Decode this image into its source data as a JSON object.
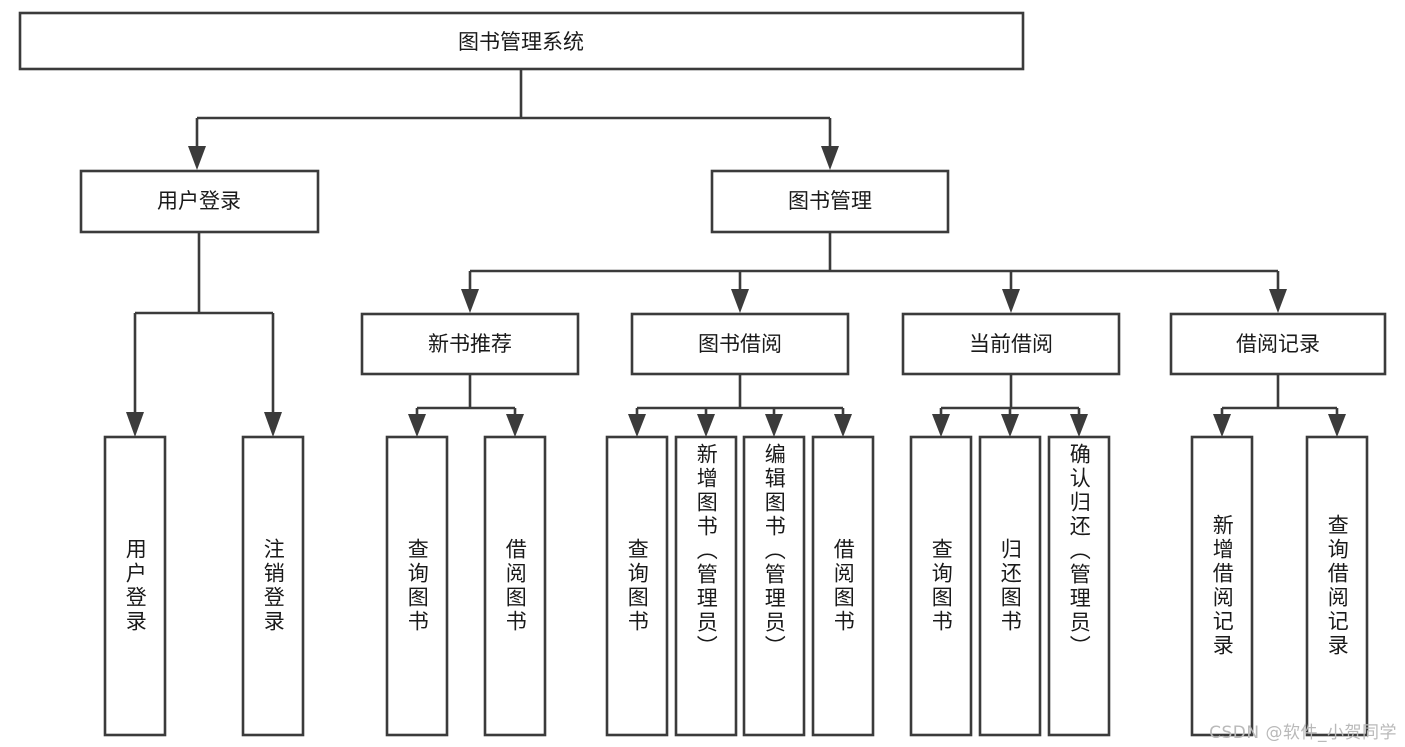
{
  "diagram": {
    "type": "tree-hierarchy-chart",
    "title": "图书管理系统",
    "watermark": "CSDN @软件_小贺同学",
    "root": {
      "id": "root",
      "label": "图书管理系统"
    },
    "level2": [
      {
        "id": "user-login",
        "label": "用户登录"
      },
      {
        "id": "book-management",
        "label": "图书管理"
      }
    ],
    "level3": [
      {
        "id": "new-book-recommend",
        "label": "新书推荐",
        "parent": "book-management"
      },
      {
        "id": "book-borrow",
        "label": "图书借阅",
        "parent": "book-management"
      },
      {
        "id": "current-borrow",
        "label": "当前借阅",
        "parent": "book-management"
      },
      {
        "id": "borrow-record",
        "label": "借阅记录",
        "parent": "book-management"
      }
    ],
    "leaves": {
      "user-login": [
        {
          "id": "leaf-user-login",
          "label": "用户登录"
        },
        {
          "id": "leaf-user-logout",
          "label": "注销登录"
        }
      ],
      "new-book-recommend": [
        {
          "id": "leaf-query-book-1",
          "label": "查询图书"
        },
        {
          "id": "leaf-borrow-book-1",
          "label": "借阅图书"
        }
      ],
      "book-borrow": [
        {
          "id": "leaf-query-book-2",
          "label": "查询图书"
        },
        {
          "id": "leaf-add-book",
          "label": "新增图书（管理员）"
        },
        {
          "id": "leaf-edit-book",
          "label": "编辑图书（管理员）"
        },
        {
          "id": "leaf-borrow-book-2",
          "label": "借阅图书"
        }
      ],
      "current-borrow": [
        {
          "id": "leaf-query-book-3",
          "label": "查询图书"
        },
        {
          "id": "leaf-return-book",
          "label": "归还图书"
        },
        {
          "id": "leaf-confirm-return",
          "label": "确认归还（管理员）"
        }
      ],
      "borrow-record": [
        {
          "id": "leaf-add-record",
          "label": "新增借阅记录"
        },
        {
          "id": "leaf-query-record",
          "label": "查询借阅记录"
        }
      ]
    },
    "colors": {
      "stroke": "#3b3b3b",
      "fill": "#ffffff",
      "text": "#1a1a1a",
      "watermark": "#b9b9b9",
      "background": "#ffffff"
    }
  }
}
